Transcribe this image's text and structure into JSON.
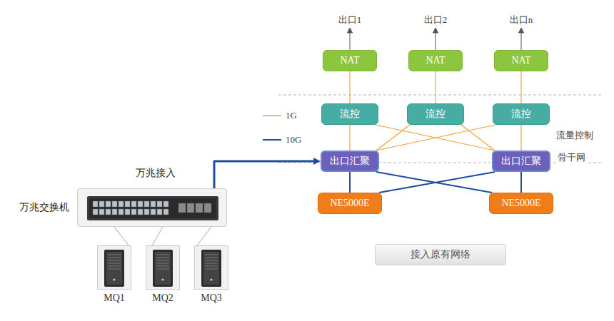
{
  "diagram": {
    "nodes": [
      {
        "text": [
          "NAT"
        ]
      },
      {
        "text": [
          "NAT"
        ]
      },
      {
        "text": [
          "NAT"
        ]
      },
      {
        "text": [
          "流控"
        ]
      },
      {
        "text": [
          "流控"
        ]
      },
      {
        "text": [
          "流控"
        ]
      },
      {
        "text": [
          "出口汇聚"
        ]
      },
      {
        "text": [
          "出口汇聚"
        ]
      },
      {
        "text": [
          "万兆交换机"
        ]
      },
      {
        "text": [
          "NE5000E"
        ]
      },
      {
        "text": [
          "NE5000E"
        ]
      },
      {
        "text": [
          "接入原有网络"
        ]
      },
      {
        "text": [
          "MQ1"
        ]
      },
      {
        "text": [
          "MQ2"
        ]
      },
      {
        "text": [
          "MQ3"
        ]
      }
    ],
    "edges": [
      {
        "from": 0,
        "to": 3,
        "arrow": "none"
      },
      {
        "from": 1,
        "to": 4,
        "arrow": "none"
      },
      {
        "from": 2,
        "to": 5,
        "arrow": "none"
      },
      {
        "from": 3,
        "to": 6,
        "arrow": "none"
      },
      {
        "from": 3,
        "to": 7,
        "arrow": "none"
      },
      {
        "from": 4,
        "to": 6,
        "arrow": "none"
      },
      {
        "from": 4,
        "to": 7,
        "arrow": "none"
      },
      {
        "from": 5,
        "to": 6,
        "arrow": "none"
      },
      {
        "from": 5,
        "to": 7,
        "arrow": "none"
      },
      {
        "from": 6,
        "to": 9,
        "arrow": "none"
      },
      {
        "from": 6,
        "to": 10,
        "arrow": "none"
      },
      {
        "from": 7,
        "to": 10,
        "arrow": "none"
      },
      {
        "from": 7,
        "to": 9,
        "arrow": "none"
      },
      {
        "from": 8,
        "to": 6,
        "arrow": "to"
      },
      {
        "from": 8,
        "to": 12,
        "arrow": "none"
      },
      {
        "from": 8,
        "to": 13,
        "arrow": "none"
      },
      {
        "from": 8,
        "to": 14,
        "arrow": "none"
      }
    ],
    "labels": [
      "出口1",
      "出口2",
      "出口n",
      "万兆接入",
      "流量控制",
      "骨干网"
    ],
    "legend": [
      {
        "text": "1G"
      },
      {
        "text": "10G"
      }
    ]
  }
}
